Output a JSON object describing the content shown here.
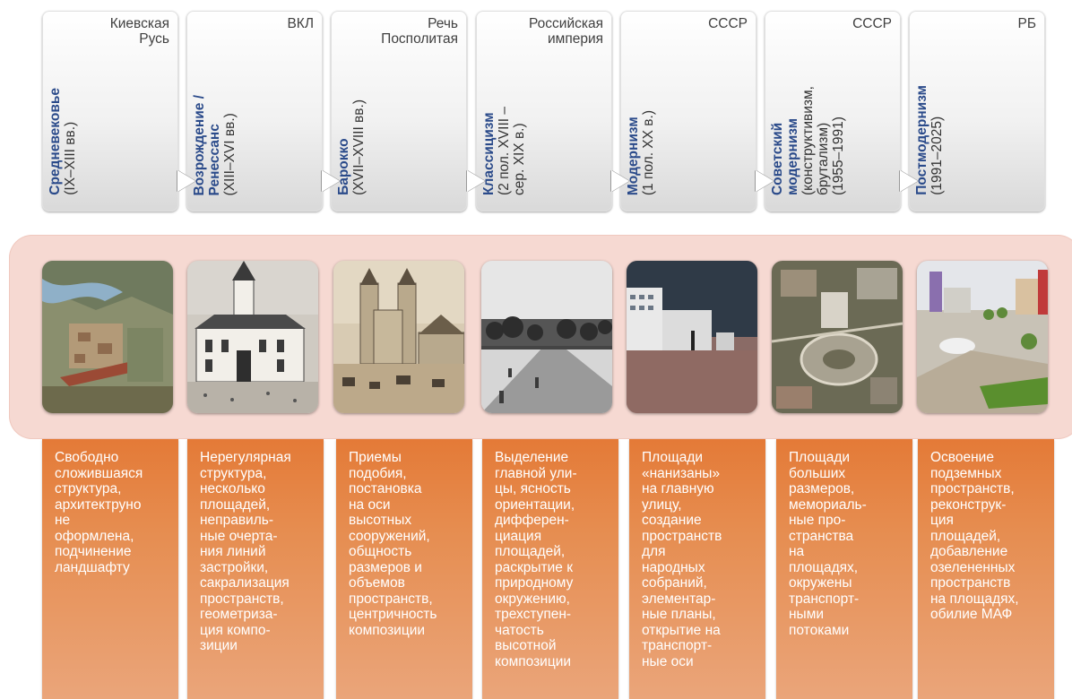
{
  "periods": [
    {
      "state": "Киевская\nРусь",
      "title": "Средневековье",
      "dates": "(IX–XIII вв.)",
      "image": "medieval-fortress-model",
      "description": "Свободно\nсложившаяся\nструктура,\nархитектруно\nне\nоформлена,\nподчинение\nландшафту"
    },
    {
      "state": "ВКЛ",
      "title": "Возрождение /\nРенессанс",
      "dates": "(XIII–XVI вв.)",
      "image": "renaissance-town-hall-engraving",
      "description": "Нерегулярная\nструктура,\nнесколько\nплощадей,\nнеправиль-\nные очерта-\nния линий\nзастройки,\nсакрализация\nпространств,\nгеометриза-\nция компо-\nзиции"
    },
    {
      "state": "Речь\nПосполитая",
      "title": "Барокко",
      "dates": "(XVII–XVIII вв.)",
      "image": "baroque-church-engraving",
      "description": "Приемы\nподобия,\nпостановка\nна оси\nвысотных\nсооружений,\nобщность\nразмеров и\nобъемов\nпространств,\nцентричность\nкомпозиции"
    },
    {
      "state": "Российская\nимперия",
      "title": "Классицизм",
      "dates": "(2 пол. XVIII –\nсер. XIX в.)",
      "image": "classicism-street-photo",
      "description": "Выделение\nглавной ули-\nцы, ясность\nориентации,\nдифферен-\nциация\nплощадей,\nраскрытие к\nприродному\nокружению,\nтрехступен-\nчатость\nвысотной\nкомпозиции"
    },
    {
      "state": "СССР",
      "title": "Модернизм",
      "dates": "(1 пол.  XX в.)",
      "image": "modernism-square-photo",
      "description": "Площади\n«нанизаны»\nна главную\nулицу,\nсоздание\nпространств\nдля\nнародных\nсобраний,\nэлементар-\nные планы,\nоткрытие на\nтранспорт-\nные оси"
    },
    {
      "state": "СССР",
      "title": "Советский\nмодернизм",
      "dates": "(конструктивизм,\nбрутализм)\n(1955–1991)",
      "image": "soviet-modernism-aerial-photo",
      "description": "Площади\nбольших\nразмеров,\nмемориаль-\nные про-\nстранства\nна\nплощадях,\nокружены\nтранспорт-\nными\nпотоками"
    },
    {
      "state": "РБ",
      "title": "Постмодернизм",
      "dates": "(1991–2025)",
      "image": "postmodern-square-photo",
      "description": "Освоение\nподземных\nпространств,\nреконструк-\nция\nплощадей,\nдобавление\nозелененных\nпространств\nна площадях,\nобилие МАФ"
    }
  ],
  "colors": {
    "header_title": "#2a4a8a",
    "band": "#f6d9d2",
    "panel_top": "#e47a37",
    "panel_bottom": "#eaa57a"
  }
}
